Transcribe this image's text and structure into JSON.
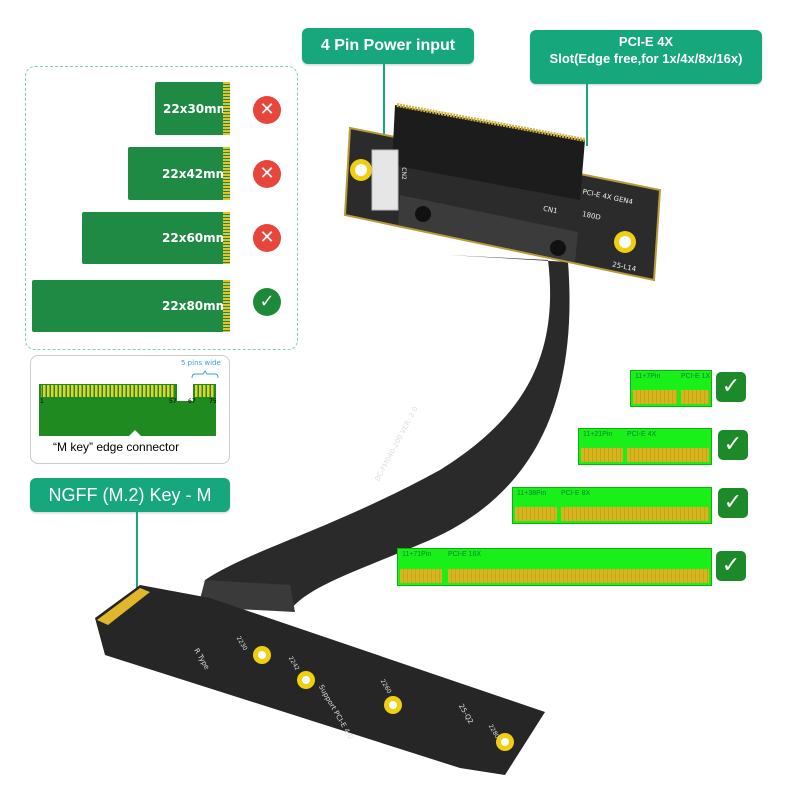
{
  "callouts": {
    "power": "4 Pin Power input",
    "slot_line1": "PCI-E 4X",
    "slot_line2": "Slot(Edge free,for 1x/4x/8x/16x)",
    "ngff": "NGFF (M.2) Key - M"
  },
  "m2_sizes": [
    {
      "label": "22x30mm",
      "supported": false,
      "icon": "x-circle-icon"
    },
    {
      "label": "22x42mm",
      "supported": false,
      "icon": "x-circle-icon"
    },
    {
      "label": "22x60mm",
      "supported": false,
      "icon": "x-circle-icon"
    },
    {
      "label": "22x80mm",
      "supported": true,
      "icon": "check-circle-icon"
    }
  ],
  "m_key": {
    "pins_wide": "5 pins wide",
    "pin_numbers": [
      "1",
      "57",
      "67",
      "75"
    ],
    "caption": "“M key”  edge connector"
  },
  "pcie_cards": [
    {
      "pins": "11+7Pin",
      "name": "PCI-E 1X",
      "supported": true
    },
    {
      "pins": "11+21Pin",
      "name": "PCI-E 4X",
      "supported": true
    },
    {
      "pins": "11+38Pin",
      "name": "PCI-E 8X",
      "supported": true
    },
    {
      "pins": "11+71Pin",
      "name": "PCI-E 16X",
      "supported": true
    }
  ],
  "board_text": {
    "riser_spec1": "PCI-E  4X  GEN4",
    "riser_spec2": "180D",
    "riser_model": "25-L14",
    "cn1": "CN1",
    "cn2": "CN2",
    "cable": "BC-FM040-200  VER: 2.0",
    "m2_support": "Support PCI-E 4.0",
    "m2_model": "25-Q2",
    "rtype": "R Type",
    "holes": [
      "2230",
      "2242",
      "2260",
      "2280"
    ]
  },
  "colors": {
    "accent": "#17a77d",
    "reject": "#e8453c",
    "accept": "#1d8a3a",
    "pcie_green": "#19f019"
  }
}
